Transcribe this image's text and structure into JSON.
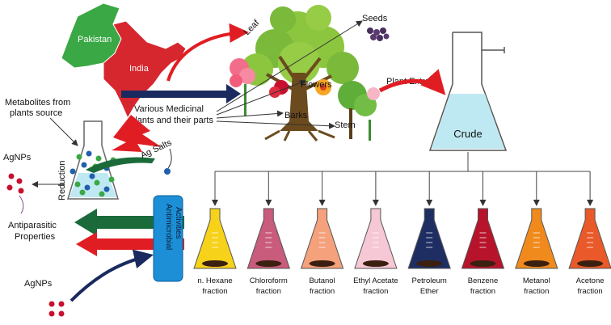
{
  "map": {
    "pakistan_label": "Pakistan",
    "india_label": "India",
    "pakistan_color": "#3aa845",
    "india_color": "#d6262e"
  },
  "plants": {
    "source_label_line1": "Various Medicinal",
    "source_label_line2": "Plants and their parts",
    "parts": {
      "leaf": "Leaf",
      "seeds": "Seeds",
      "flowers": "Flowers",
      "barks": "Barks",
      "stem": "Stem"
    },
    "extract_label": "Plant Extract"
  },
  "crude": {
    "label": "Crude",
    "liquid_color": "#bfe9f2"
  },
  "synthesis": {
    "metabolites_line1": "Metabolites from",
    "metabolites_line2": "plants source",
    "reduction_label": "Reduction",
    "salts_label": "Ag Salts",
    "agnps_top": "AgNPs",
    "agnps_bottom": "AgNPs",
    "antiparasitic_line1": "Antiparasitic",
    "antiparasitic_line2": "Properties",
    "antimicrobial_line1": "Antimicrobial",
    "antimicrobial_line2": "Activities"
  },
  "fractions": [
    {
      "line1": "n. Hexane",
      "line2": "fraction",
      "color": "#f6d21a"
    },
    {
      "line1": "Chloroform",
      "line2": "fraction",
      "color": "#c95b7c"
    },
    {
      "line1": "Butanol",
      "line2": "fraction",
      "color": "#f4a17c"
    },
    {
      "line1": "Ethyl Acetate",
      "line2": "fraction",
      "color": "#f6c7d4"
    },
    {
      "line1": "Petroleum",
      "line2": "Ether",
      "color": "#1e2e63"
    },
    {
      "line1": "Benzene",
      "line2": "fraction",
      "color": "#b7142b"
    },
    {
      "line1": "Metanol",
      "line2": "fraction",
      "color": "#f08a1c"
    },
    {
      "line1": "Acetone",
      "line2": "fraction",
      "color": "#e9592a"
    }
  ]
}
